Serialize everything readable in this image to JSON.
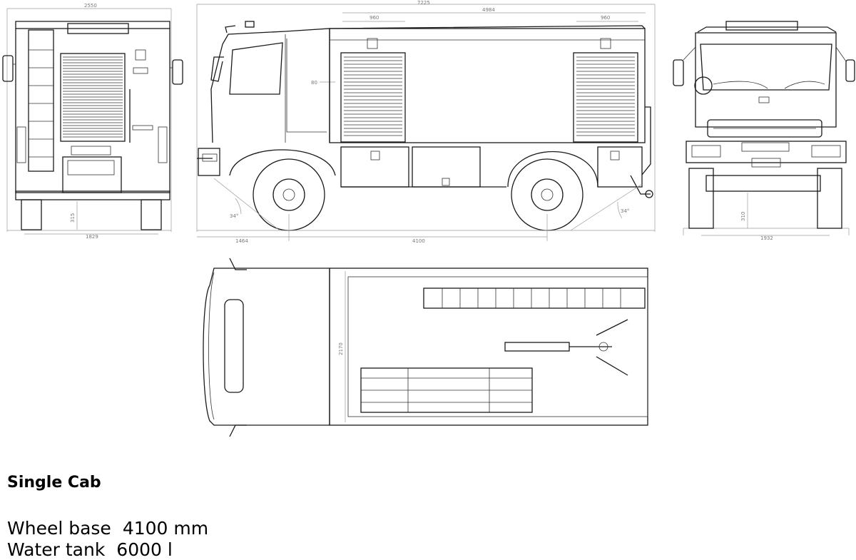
{
  "dimensions": {
    "rear_width": "2550",
    "rear_track": "1829",
    "rear_ground": "315",
    "overall_length": "7225",
    "body_length": "4984",
    "locker_left_width": "960",
    "locker_right_width": "960",
    "locker_depth": "80",
    "front_overhang": "1464",
    "wheelbase_dim": "4100",
    "approach_angle": "34°",
    "departure_angle": "34°",
    "front_ground": "310",
    "front_track": "1932",
    "top_body_width": "2170"
  },
  "spec": {
    "title": "Single Cab",
    "rows": [
      {
        "label": "Wheel base",
        "value": "4100 mm"
      },
      {
        "label": "Water tank",
        "value": "6000 l"
      }
    ]
  }
}
